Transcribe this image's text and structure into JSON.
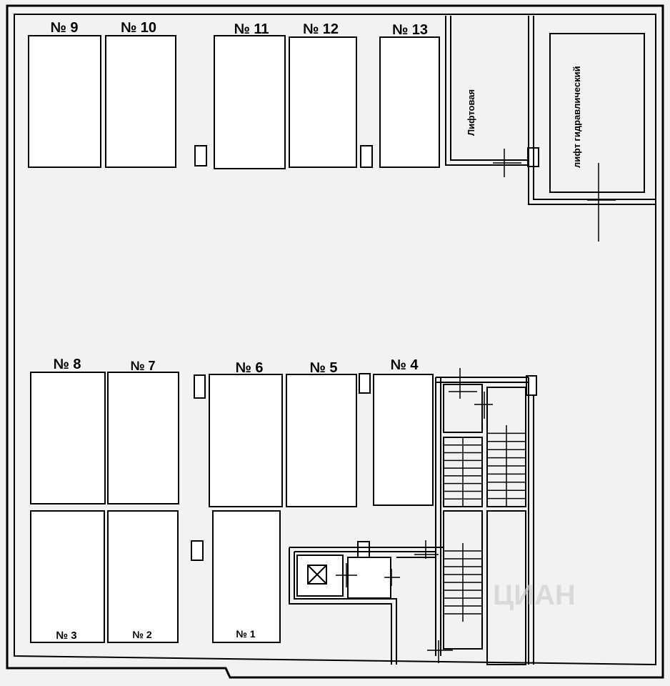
{
  "plan": {
    "background_color": "#f2f2f2",
    "line_color": "#000000",
    "spot_fill": "#ffffff",
    "parking_spots": [
      {
        "id": "spot-1",
        "label": "№ 1"
      },
      {
        "id": "spot-2",
        "label": "№ 2"
      },
      {
        "id": "spot-3",
        "label": "№ 3"
      },
      {
        "id": "spot-4",
        "label": "№ 4"
      },
      {
        "id": "spot-5",
        "label": "№ 5"
      },
      {
        "id": "spot-6",
        "label": "№ 6"
      },
      {
        "id": "spot-7",
        "label": "№ 7"
      },
      {
        "id": "spot-8",
        "label": "№ 8"
      },
      {
        "id": "spot-9",
        "label": "№ 9"
      },
      {
        "id": "spot-10",
        "label": "№ 10"
      },
      {
        "id": "spot-11",
        "label": "№ 11"
      },
      {
        "id": "spot-12",
        "label": "№ 12"
      },
      {
        "id": "spot-13",
        "label": "№ 13"
      }
    ],
    "rooms": {
      "lift_room": "Лифтовая",
      "hydraulic_lift": "лифт гидравлический"
    },
    "watermark": "ЦИАН"
  }
}
